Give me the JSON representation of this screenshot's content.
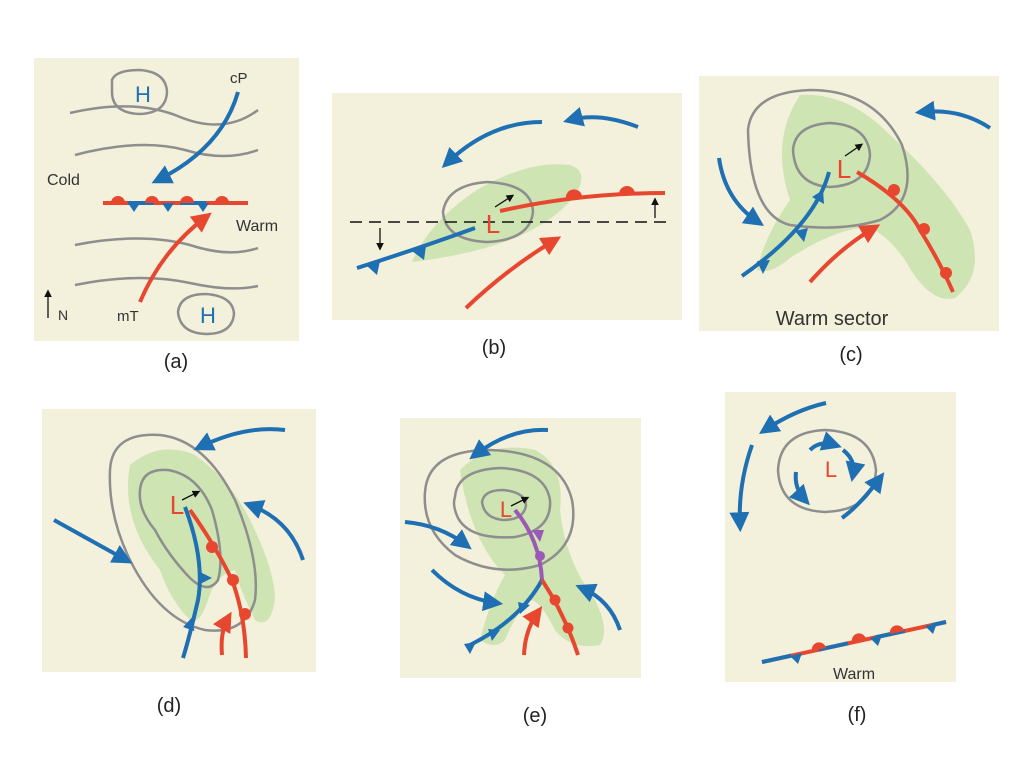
{
  "colors": {
    "panel_bg": "#f3f0dc",
    "isobar": "#8e8e8e",
    "cold_air": "#1f6fb3",
    "warm_air": "#e8472f",
    "cloud": "#cfe4b3",
    "occluded": "#9b59b6"
  },
  "icons": [
    "high-pressure-label",
    "low-pressure-label",
    "cold-front-icon",
    "warm-front-icon",
    "occluded-front-icon",
    "air-flow-arrow-icon",
    "north-arrow-icon"
  ],
  "panels": {
    "a": {
      "caption": "(a)",
      "label_h_top": "H",
      "label_h_bottom": "H",
      "label_cp": "cP",
      "label_mt": "mT",
      "label_cold": "Cold",
      "label_warm": "Warm",
      "label_north": "N"
    },
    "b": {
      "caption": "(b)",
      "label_low": "L"
    },
    "c": {
      "caption": "(c)",
      "label_low": "L",
      "label_sector": "Warm sector"
    },
    "d": {
      "caption": "(d)",
      "label_low": "L"
    },
    "e": {
      "caption": "(e)",
      "label_low": "L"
    },
    "f": {
      "caption": "(f)",
      "label_low": "L",
      "label_warm": "Warm"
    }
  }
}
